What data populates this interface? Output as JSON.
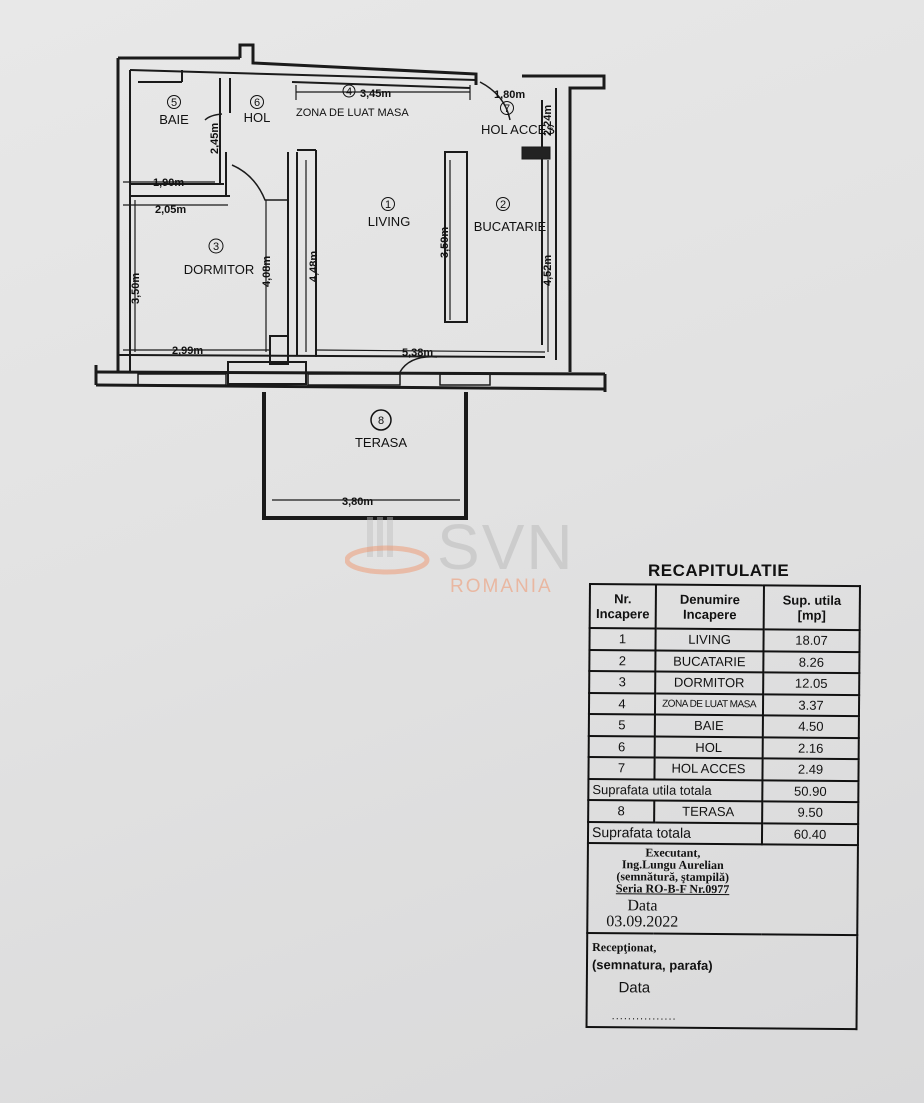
{
  "plan": {
    "rooms": [
      {
        "number": "1",
        "name": "LIVING"
      },
      {
        "number": "2",
        "name": "BUCATARIE"
      },
      {
        "number": "3",
        "name": "DORMITOR"
      },
      {
        "number": "4",
        "name": "ZONA DE LUAT MASA"
      },
      {
        "number": "5",
        "name": "BAIE"
      },
      {
        "number": "6",
        "name": "HOL"
      },
      {
        "number": "7",
        "name": "HOL ACCES"
      },
      {
        "number": "8",
        "name": "TERASA"
      }
    ],
    "dimensions": {
      "zona_width": "3,45m",
      "hol_acces_width": "1,80m",
      "hol_acces_height": "2,24m",
      "baie_height": "2,45m",
      "baie_width": "1,90m",
      "dormitor_top": "2,05m",
      "dormitor_height": "3,50m",
      "dormitor_inner": "4,08m",
      "dormitor_bottom": "2,99m",
      "living_wall": "4,48m",
      "island": "3,59m",
      "bucatarie_height": "4,52m",
      "living_width": "5,38m",
      "terasa_width": "3,80m"
    }
  },
  "watermark": {
    "brand": "SVN",
    "country": "ROMANIA"
  },
  "recap": {
    "title": "RECAPITULATIE",
    "headers": {
      "nr": [
        "Nr.",
        "Incapere"
      ],
      "name": [
        "Denumire",
        "Incapere"
      ],
      "area": [
        "Sup. utila",
        "[mp]"
      ]
    },
    "rows": [
      {
        "nr": "1",
        "name": "LIVING",
        "area": "18.07"
      },
      {
        "nr": "2",
        "name": "BUCATARIE",
        "area": "8.26"
      },
      {
        "nr": "3",
        "name": "DORMITOR",
        "area": "12.05"
      },
      {
        "nr": "4",
        "name": "ZONA DE LUAT MASA",
        "area": "3.37"
      },
      {
        "nr": "5",
        "name": "BAIE",
        "area": "4.50"
      },
      {
        "nr": "6",
        "name": "HOL",
        "area": "2.16"
      },
      {
        "nr": "7",
        "name": "HOL ACCES",
        "area": "2.49"
      }
    ],
    "util_total_label": "Suprafata utila totala",
    "util_total": "50.90",
    "terrace": {
      "nr": "8",
      "name": "TERASA",
      "area": "9.50"
    },
    "grand_total_label": "Suprafata totala",
    "grand_total": "60.40",
    "executant": [
      "Executant,",
      "Ing.Lungu Aurelian",
      "(semnătură, ştampilă)",
      "Seria RO-B-F Nr.0977"
    ],
    "data_label": "Data",
    "data_value": "03.09.2022",
    "receptionat": [
      "Recepţionat,",
      "(semnatura, parafa)"
    ],
    "data_label2": "Data",
    "dots": "................"
  }
}
